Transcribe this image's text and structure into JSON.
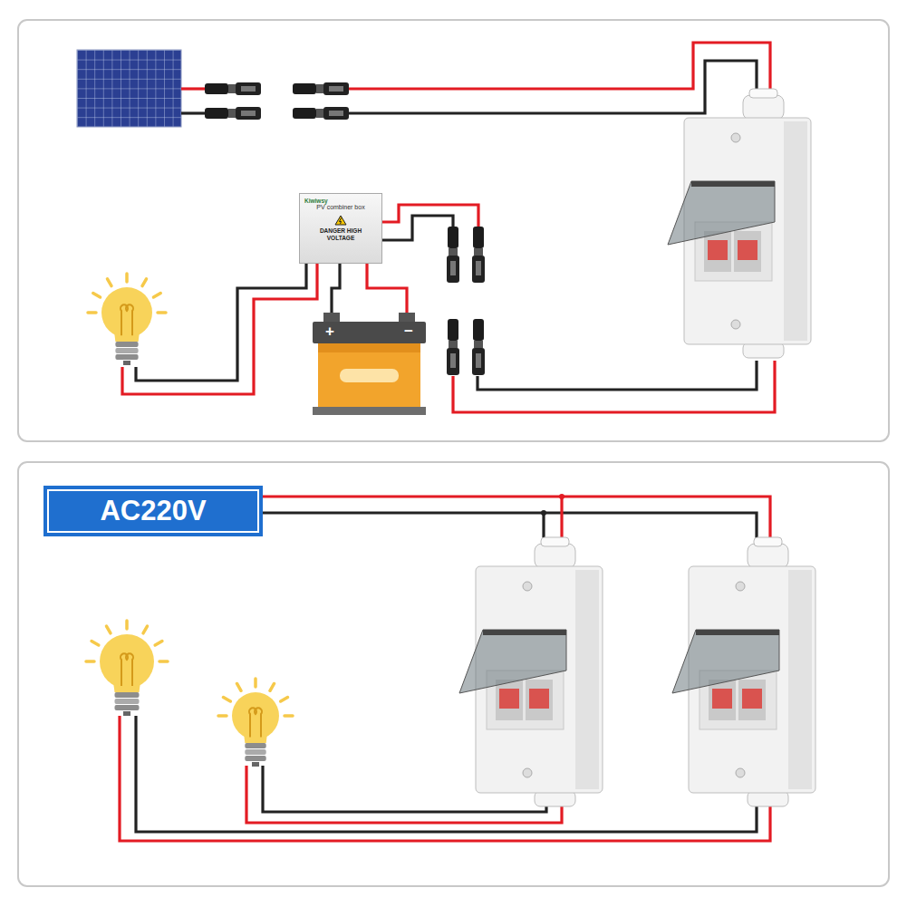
{
  "diagram": {
    "nodes": [
      {
        "text": [
          "Kiwiwsy",
          "PV combiner box",
          "DANGER HIGH VOLTAGE"
        ]
      },
      {
        "text": [
          "+",
          "−"
        ]
      },
      {
        "text": [
          "AC220V"
        ]
      }
    ],
    "edges": [
      {
        "from": 0,
        "to": 1,
        "arrow": "none"
      },
      {
        "from": 0,
        "to": 1,
        "arrow": "none"
      }
    ]
  }
}
